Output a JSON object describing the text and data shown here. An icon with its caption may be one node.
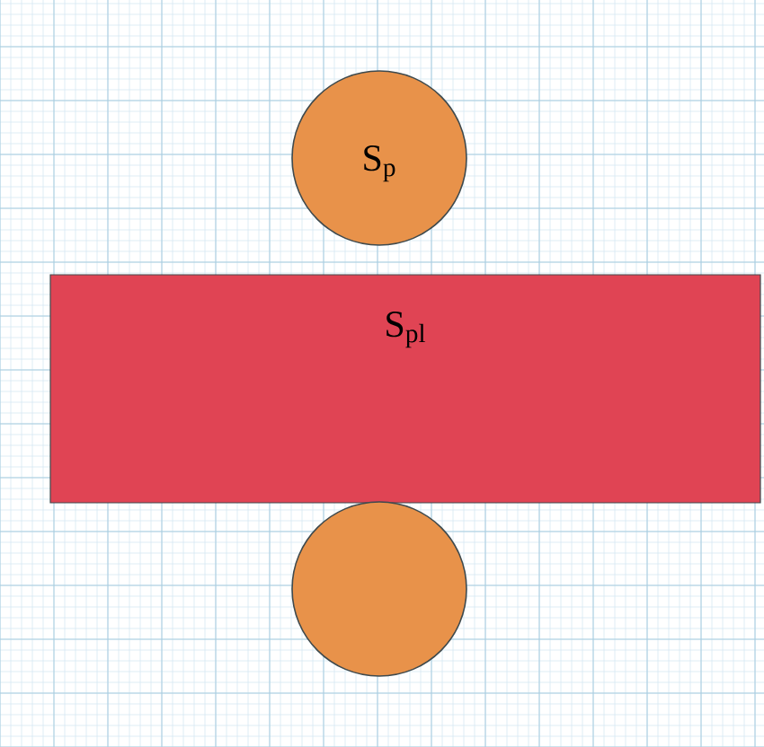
{
  "diagram": {
    "nodes": [
      {
        "text": [
          "S$_{p}$"
        ]
      },
      {
        "text": [
          "S$_{pl}$"
        ]
      },
      {
        "text": [],
        "shape": "circle"
      }
    ]
  }
}
